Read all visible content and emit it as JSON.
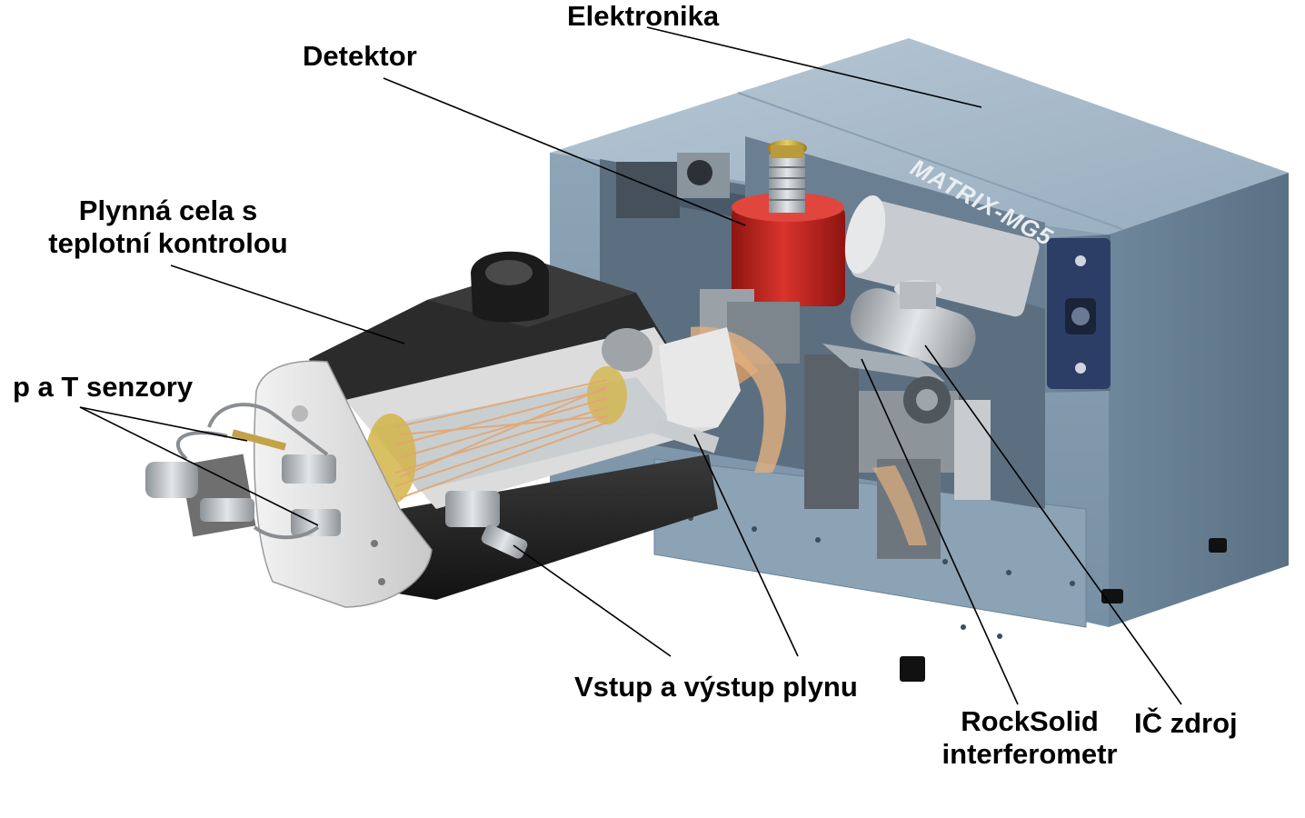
{
  "labels": {
    "elektronika": "Elektronika",
    "detektor": "Detektor",
    "plynna_cela_line1": "Plynná cela s",
    "plynna_cela_line2": "teplotní kontrolou",
    "senzory": "p a T senzory",
    "vstup_vystup": "Vstup a výstup plynu",
    "rocksolid_line1": "RockSolid",
    "rocksolid_line2": "interferometr",
    "ic_zdroj": "IČ zdroj"
  },
  "device_badge": "MATRIX-MG5",
  "colors": {
    "housing": "#7f97ab",
    "housing_light": "#a9bccb",
    "housing_dark": "#5d7589",
    "cell_black": "#1c1c1c",
    "detector_red": "#c4231f",
    "badge_blue": "#2d3e66",
    "beam": "#e8b07a",
    "leader_line": "#000000"
  }
}
